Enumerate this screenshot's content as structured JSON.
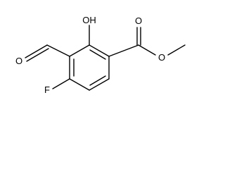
{
  "molecule": {
    "atoms": {
      "hydroxyl": "OH",
      "aldehyde_oxygen": "O",
      "ester_carbonyl_oxygen": "O",
      "ester_oxygen": "O",
      "fluorine": "F"
    }
  }
}
